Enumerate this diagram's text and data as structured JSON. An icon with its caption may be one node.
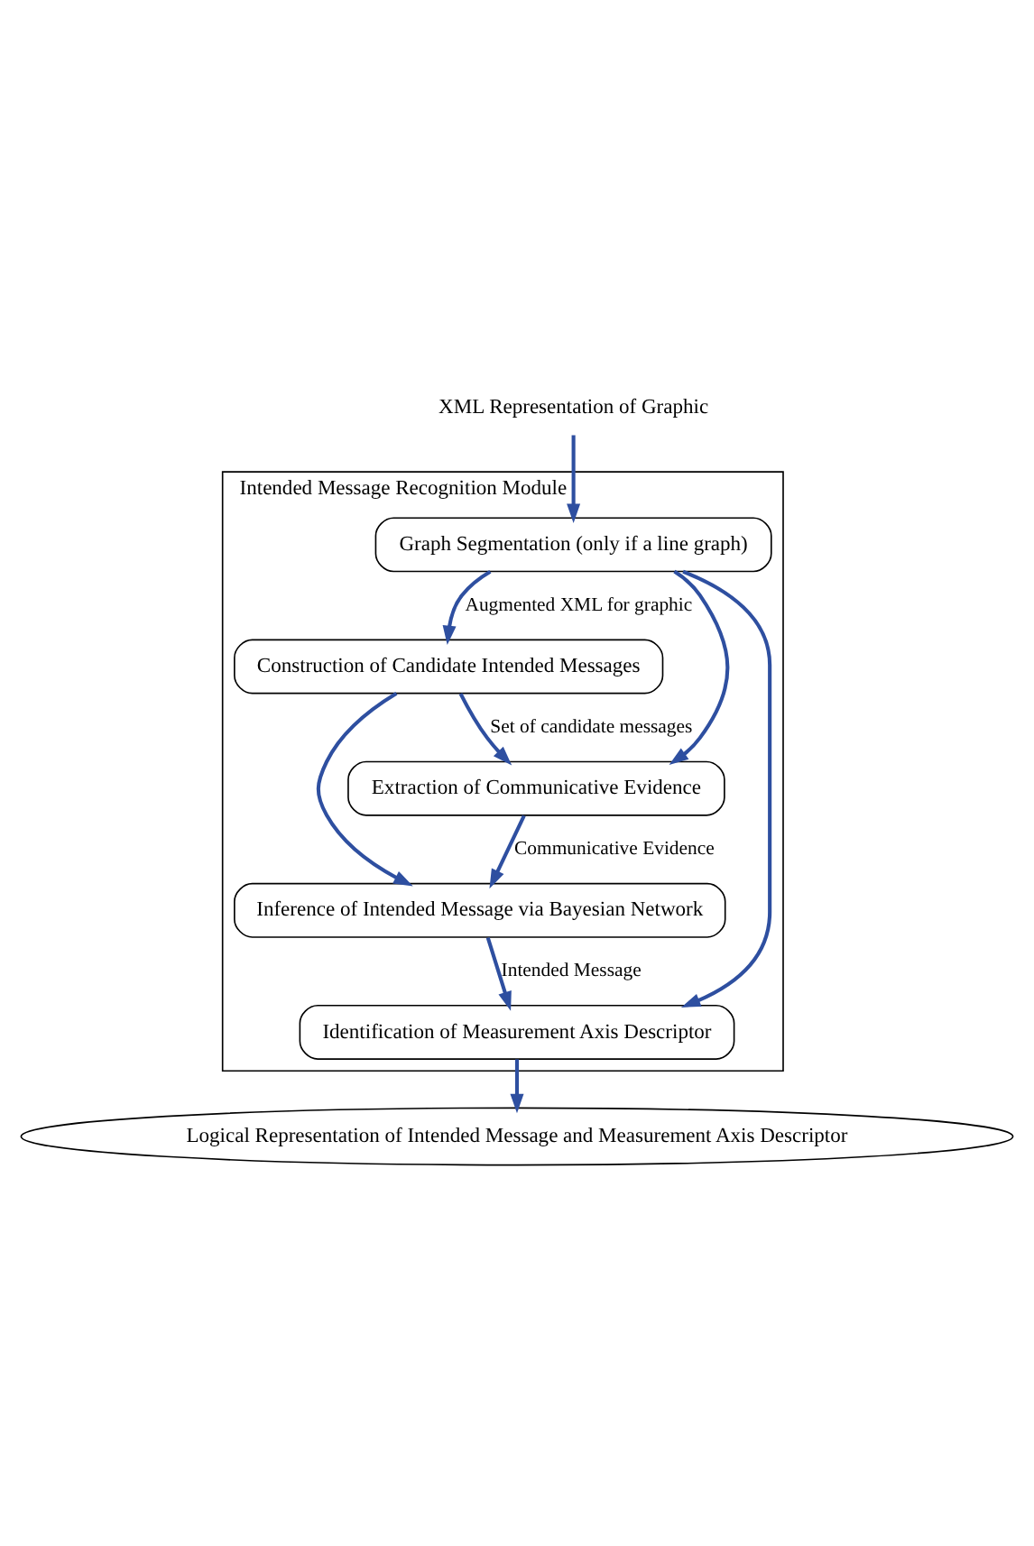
{
  "diagram": {
    "nodes": [
      {
        "text": [
          "Intended Message Recognition Module"
        ]
      },
      {
        "text": [
          "XML Representation of Graphic"
        ]
      },
      {
        "text": [
          "Graph Segmentation (only if a line graph)"
        ],
        "in": 0
      },
      {
        "text": [
          "Construction of Candidate Intended Messages"
        ],
        "in": 0
      },
      {
        "text": [
          "Extraction of Communicative Evidence"
        ],
        "in": 0
      },
      {
        "text": [
          "Inference of Intended Message via Bayesian Network"
        ],
        "in": 0
      },
      {
        "text": [
          "Identification of Measurement Axis Descriptor"
        ],
        "in": 0
      },
      {
        "text": [
          "Logical Representation of Intended Message and Measurement Axis Descriptor"
        ]
      }
    ],
    "edges": [
      {
        "from": 1,
        "to": 2,
        "arrow": "to"
      },
      {
        "from": 2,
        "to": 3,
        "arrow": "to",
        "label": "Augmented XML for graphic"
      },
      {
        "from": 2,
        "to": 4,
        "arrow": "to"
      },
      {
        "from": 2,
        "to": 6,
        "arrow": "to"
      },
      {
        "from": 3,
        "to": 4,
        "arrow": "to",
        "label": "Set of candidate messages"
      },
      {
        "from": 3,
        "to": 5,
        "arrow": "to"
      },
      {
        "from": 4,
        "to": 5,
        "arrow": "to",
        "label": "Communicative Evidence"
      },
      {
        "from": 5,
        "to": 6,
        "arrow": "to",
        "label": "Intended Message"
      },
      {
        "from": 6,
        "to": 7,
        "arrow": "to"
      }
    ]
  }
}
